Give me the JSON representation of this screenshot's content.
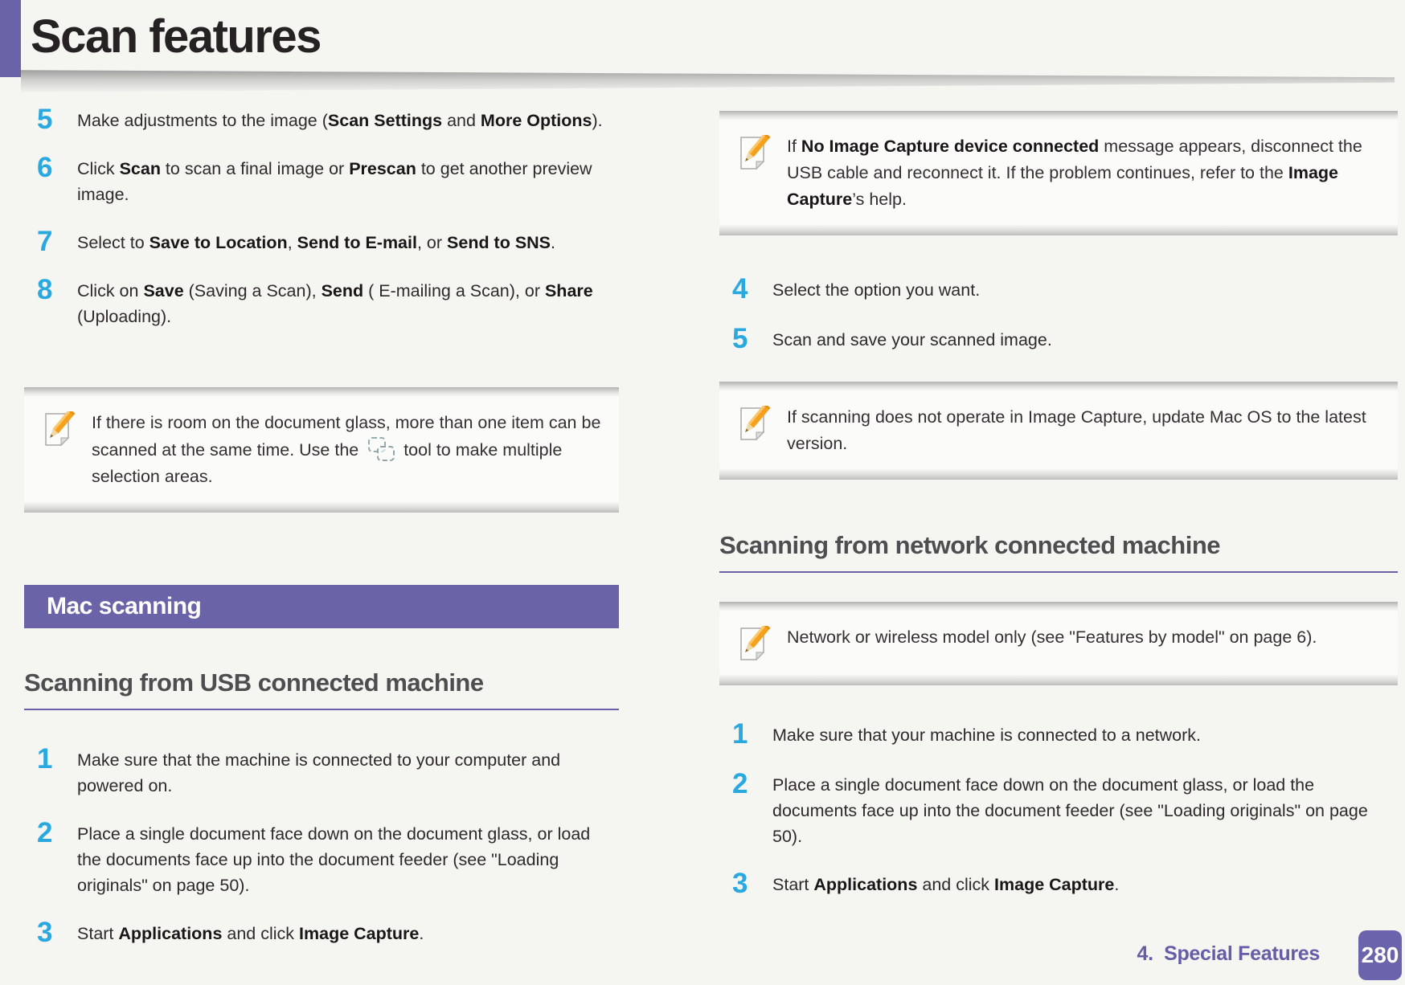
{
  "page": {
    "title": "Scan features",
    "footer": {
      "chapter": "4.  Special Features",
      "page_number": "280"
    }
  },
  "colors": {
    "accent_purple": "#6b63a8",
    "step_number_cyan": "#29a9e0",
    "heading_gray": "#4e4e50",
    "page_background": "#f5f5f2"
  },
  "icons": {
    "note": "note-pencil-icon",
    "inline_tool": "multi-selection-tool-icon"
  },
  "left_column": {
    "steps_top": [
      {
        "num": "5",
        "segments": [
          {
            "t": "Make adjustments to the image ("
          },
          {
            "t": "Scan Settings",
            "b": true
          },
          {
            "t": " and "
          },
          {
            "t": "More Options",
            "b": true
          },
          {
            "t": ")."
          }
        ]
      },
      {
        "num": "6",
        "segments": [
          {
            "t": "Click "
          },
          {
            "t": "Scan",
            "b": true
          },
          {
            "t": " to scan a final image or "
          },
          {
            "t": "Prescan",
            "b": true
          },
          {
            "t": " to get another preview image."
          }
        ]
      },
      {
        "num": "7",
        "segments": [
          {
            "t": "Select to "
          },
          {
            "t": "Save to Location",
            "b": true
          },
          {
            "t": ", "
          },
          {
            "t": "Send to E-mail",
            "b": true
          },
          {
            "t": ", or "
          },
          {
            "t": "Send to SNS",
            "b": true
          },
          {
            "t": "."
          }
        ]
      },
      {
        "num": "8",
        "segments": [
          {
            "t": "Click on "
          },
          {
            "t": "Save",
            "b": true
          },
          {
            "t": " (Saving a Scan), "
          },
          {
            "t": "Send",
            "b": true
          },
          {
            "t": " ( E-mailing a Scan), or "
          },
          {
            "t": "Share",
            "b": true
          },
          {
            "t": " (Uploading)."
          }
        ]
      }
    ],
    "note1": {
      "segments": [
        {
          "t": "If there is room on the document glass, more than one item can be scanned at the same time. Use the "
        },
        {
          "icon": "multi-selection-tool"
        },
        {
          "t": " tool to make multiple selection areas."
        }
      ]
    },
    "section_banner": "Mac scanning",
    "sub_heading": "Scanning from USB connected machine",
    "steps_bottom": [
      {
        "num": "1",
        "segments": [
          {
            "t": "Make sure that the machine is connected to your computer and powered on."
          }
        ]
      },
      {
        "num": "2",
        "segments": [
          {
            "t": "Place a single document face down on the document glass, or load the documents face up into the document feeder (see \"Loading originals\" on page 50)."
          }
        ]
      },
      {
        "num": "3",
        "segments": [
          {
            "t": "Start "
          },
          {
            "t": "Applications",
            "b": true
          },
          {
            "t": " and click "
          },
          {
            "t": "Image Capture",
            "b": true
          },
          {
            "t": "."
          }
        ]
      }
    ]
  },
  "right_column": {
    "note1": {
      "segments": [
        {
          "t": "If "
        },
        {
          "t": "No Image Capture device connected",
          "b": true
        },
        {
          "t": " message appears, disconnect the USB cable and reconnect it. If the problem continues, refer to the "
        },
        {
          "t": "Image Capture",
          "b": true
        },
        {
          "t": "’s help."
        }
      ]
    },
    "steps_top": [
      {
        "num": "4",
        "segments": [
          {
            "t": "Select the option you want."
          }
        ]
      },
      {
        "num": "5",
        "segments": [
          {
            "t": "Scan and save your scanned image."
          }
        ]
      }
    ],
    "note2": {
      "segments": [
        {
          "t": "If scanning does not operate in Image Capture, update Mac OS to the latest version."
        }
      ]
    },
    "sub_heading": "Scanning from network connected machine",
    "note3": {
      "segments": [
        {
          "t": "Network or wireless model only (see \"Features by model\" on page 6)."
        }
      ]
    },
    "steps_bottom": [
      {
        "num": "1",
        "segments": [
          {
            "t": "Make sure that your machine is connected to a network."
          }
        ]
      },
      {
        "num": "2",
        "segments": [
          {
            "t": "Place a single document face down on the document glass, or load the documents face up into the document feeder (see \"Loading originals\" on page 50)."
          }
        ]
      },
      {
        "num": "3",
        "segments": [
          {
            "t": "Start "
          },
          {
            "t": "Applications",
            "b": true
          },
          {
            "t": " and click "
          },
          {
            "t": "Image Capture",
            "b": true
          },
          {
            "t": "."
          }
        ]
      }
    ]
  }
}
